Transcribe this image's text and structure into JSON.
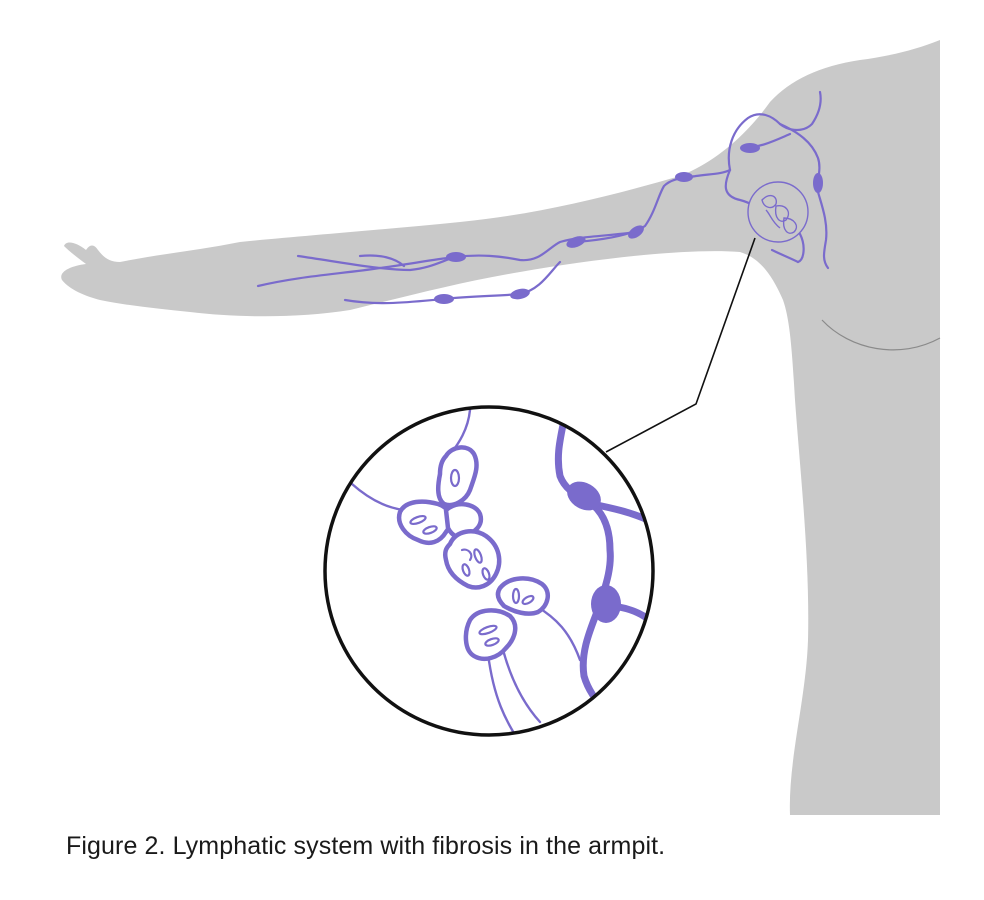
{
  "caption": "Figure 2. Lymphatic system with fibrosis in the armpit.",
  "colors": {
    "body": "#c9c9c9",
    "lymph": "#7a6bcc",
    "outline": "#111111",
    "background": "#ffffff"
  },
  "icons": [
    "human-silhouette",
    "lymph-vessel",
    "lymph-node",
    "magnified-fibrosis"
  ]
}
